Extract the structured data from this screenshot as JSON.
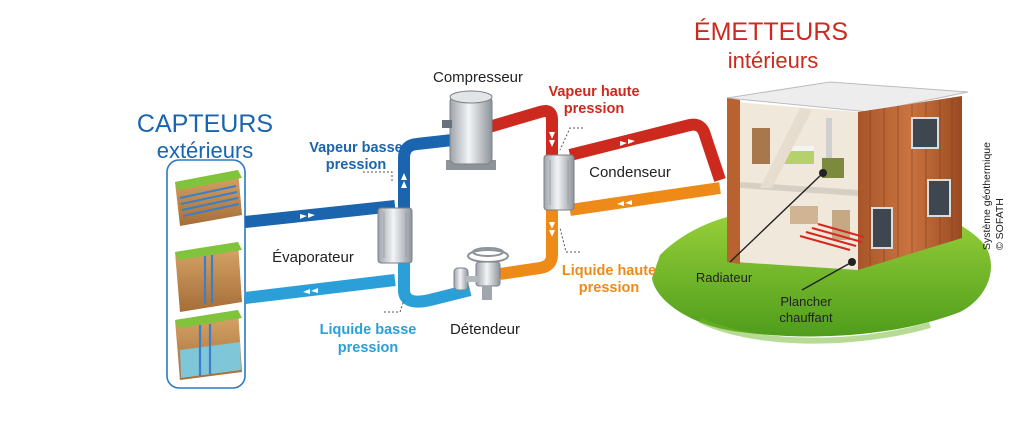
{
  "capteurs": {
    "line1": "CAPTEURS",
    "line2": "extérieurs"
  },
  "emetteurs": {
    "line1": "ÉMETTEURS",
    "line2": "intérieurs"
  },
  "components": {
    "compresseur": "Compresseur",
    "condenseur": "Condenseur",
    "evaporateur": "Évaporateur",
    "detendeur": "Détendeur"
  },
  "states": {
    "vapeur_basse": [
      "Vapeur basse",
      "pression"
    ],
    "vapeur_haute": [
      "Vapeur haute",
      "pression"
    ],
    "liquide_basse": [
      "Liquide basse",
      "pression"
    ],
    "liquide_haute": [
      "Liquide haute",
      "pression"
    ]
  },
  "house": {
    "radiateur": "Radiateur",
    "plancher": [
      "Plancher",
      "chauffant"
    ]
  },
  "credit": {
    "line1": "Système géothermique",
    "line2": "© SOFATH"
  },
  "colors": {
    "pipe_blue": "#1b64ae",
    "pipe_light_blue": "#2a9fd8",
    "pipe_red": "#cc2a1e",
    "pipe_orange": "#ee8a18"
  }
}
